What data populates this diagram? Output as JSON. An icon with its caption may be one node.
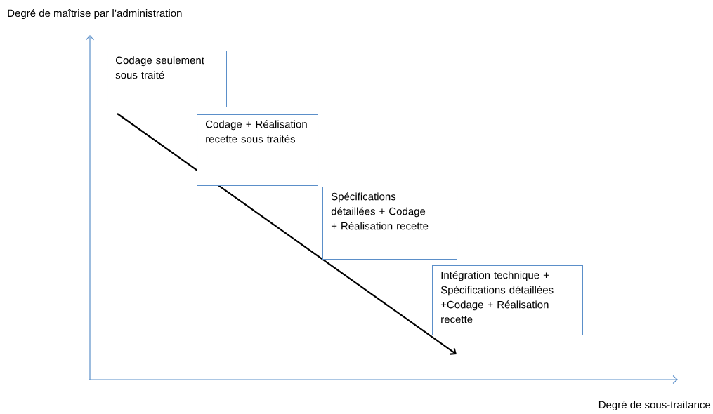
{
  "diagram": {
    "nodes": [
      {
        "text": [
          "Codage seulement sous traité"
        ]
      },
      {
        "text": [
          "Codage + Réalisation recette sous traités"
        ]
      },
      {
        "text": [
          "Spécifications détaillées + Codage + Réalisation recette"
        ]
      },
      {
        "text": [
          "Intégration technique + Spécifications détaillées +Codage + Réalisation recette"
        ]
      }
    ],
    "edges": [],
    "labels": [
      "Degré de maîtrise par l’administration",
      "Degré de sous-traitance"
    ]
  }
}
